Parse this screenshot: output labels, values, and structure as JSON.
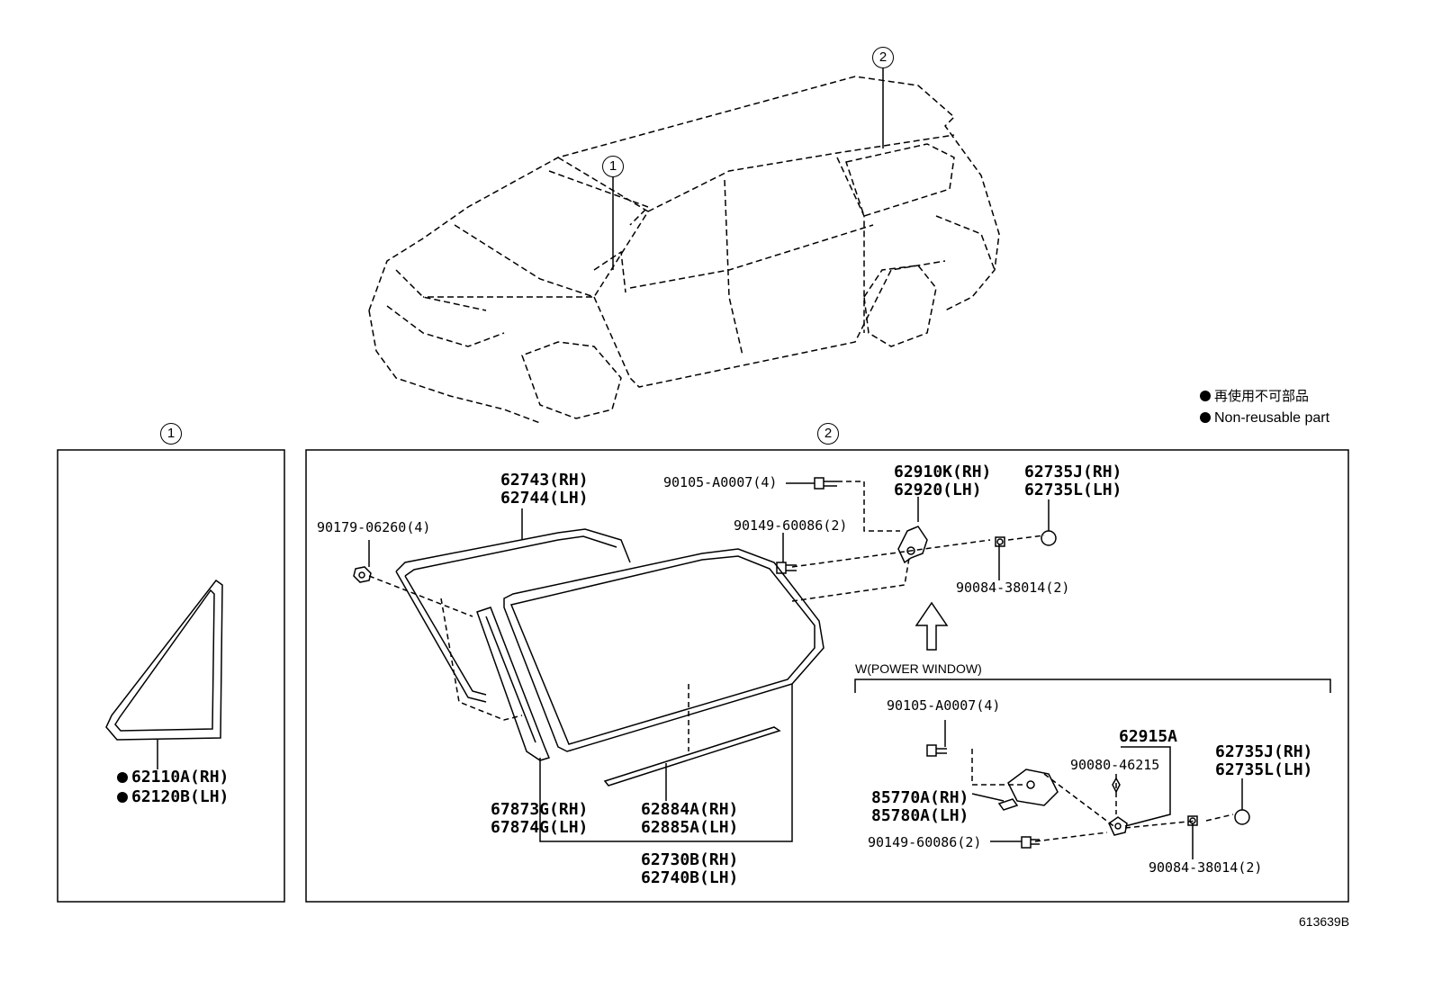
{
  "callouts": {
    "one": "1",
    "two": "2"
  },
  "legend": {
    "jp": "再使用不可部品",
    "en": "Non-reusable part"
  },
  "panel1": {
    "part_rh": "62110A(RH)",
    "part_lh": "62120B(LH)"
  },
  "panel2": {
    "molding_rh": "62743(RH)",
    "molding_lh": "62744(LH)",
    "nut": "90179-06260(4)",
    "screw_top": "90105-A0007(4)",
    "bolt_top": "90149-60086(2)",
    "hinge_rh": "62910K(RH)",
    "hinge_lh": "62920(LH)",
    "cap_rh_top": "62735J(RH)",
    "cap_lh_top": "62735L(LH)",
    "nut_top": "90084-38014(2)",
    "weather_rh": "67873G(RH)",
    "weather_lh": "67874G(LH)",
    "mold_lower_rh": "62884A(RH)",
    "mold_lower_lh": "62885A(LH)",
    "glass_rh": "62730B(RH)",
    "glass_lh": "62740B(LH)",
    "power_window_label": "W(POWER WINDOW)",
    "screw_pw": "90105-A0007(4)",
    "hinge_pw": "62915A",
    "bolt_pw_small": "90080-46215",
    "motor_rh": "85770A(RH)",
    "motor_lh": "85780A(LH)",
    "cap_rh_pw": "62735J(RH)",
    "cap_lh_pw": "62735L(LH)",
    "bolt_pw": "90149-60086(2)",
    "nut_pw": "90084-38014(2)"
  },
  "figure_id": "613639B"
}
